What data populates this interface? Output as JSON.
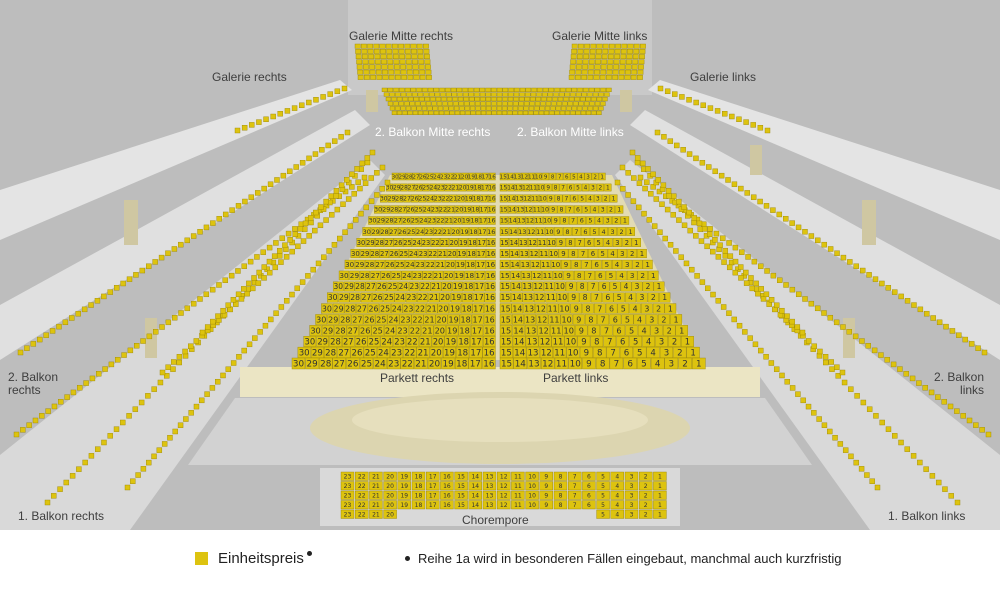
{
  "plan": {
    "labels": {
      "galerie_mitte_rechts": "Galerie Mitte rechts",
      "galerie_mitte_links": "Galerie Mitte links",
      "galerie_rechts": "Galerie rechts",
      "galerie_links": "Galerie links",
      "balkon2_mitte_rechts": "2. Balkon Mitte rechts",
      "balkon2_mitte_links": "2. Balkon Mitte links",
      "balkon2_rechts_line1": "2. Balkon",
      "balkon2_rechts_line2": "rechts",
      "balkon2_links_line1": "2. Balkon",
      "balkon2_links_line2": "links",
      "parkett_rechts": "Parkett rechts",
      "parkett_links": "Parkett links",
      "chorempore": "Chorempore",
      "balkon1_rechts": "1. Balkon rechts",
      "balkon1_links": "1. Balkon links"
    },
    "parkett": {
      "rows": 18,
      "left_block_numbers": [
        "30",
        "29",
        "28",
        "27",
        "26",
        "25",
        "24",
        "23",
        "22",
        "21",
        "20",
        "19",
        "18",
        "17",
        "16"
      ],
      "right_block_numbers": [
        "15",
        "14",
        "13",
        "12",
        "11",
        "10",
        "9",
        "8",
        "7",
        "6",
        "5",
        "4",
        "3",
        "2",
        "1"
      ]
    },
    "chorempore": {
      "row_numbers": [
        "23",
        "22",
        "21",
        "20",
        "19",
        "18",
        "17",
        "16",
        "15",
        "14",
        "13",
        "12",
        "11",
        "10",
        "9",
        "8",
        "7",
        "6",
        "5",
        "4",
        "3",
        "2",
        "1"
      ]
    },
    "colors": {
      "seat": "#ddc30f",
      "seat_stroke": "#9a8500",
      "background": "#bdbdbd",
      "wall": "#d5d5d5",
      "parkett_floor": "#e2dbb4",
      "stage": "#dcd5b0",
      "pillar": "#cfc7a2"
    }
  },
  "legend": {
    "price_label": "Einheitspreis",
    "note": "Reihe 1a wird in besonderen Fällen eingebaut, manchmal auch kurzfristig"
  }
}
